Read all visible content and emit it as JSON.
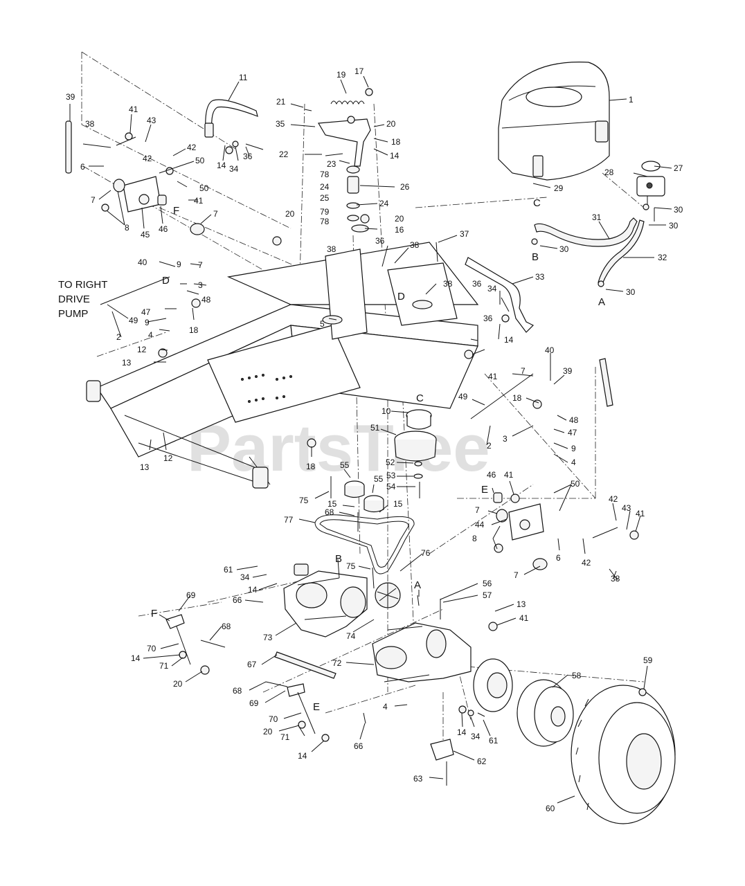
{
  "caption": {
    "lines": [
      "TO RIGHT",
      "DRIVE",
      "PUMP"
    ]
  },
  "watermark": "PartsTree",
  "letters": [
    {
      "id": "C1",
      "text": "C"
    },
    {
      "id": "B1",
      "text": "B"
    },
    {
      "id": "A1",
      "text": "A"
    },
    {
      "id": "D1",
      "text": "D"
    },
    {
      "id": "D2",
      "text": "D"
    },
    {
      "id": "F1",
      "text": "F"
    },
    {
      "id": "C2",
      "text": "C"
    },
    {
      "id": "E1",
      "text": "E"
    },
    {
      "id": "B2",
      "text": "B"
    },
    {
      "id": "A2",
      "text": "A"
    },
    {
      "id": "F2",
      "text": "F"
    },
    {
      "id": "E2",
      "text": "E"
    }
  ],
  "callouts": [
    "1",
    "39",
    "11",
    "19",
    "17",
    "21",
    "20",
    "35",
    "18",
    "14",
    "41",
    "43",
    "38",
    "42",
    "50",
    "6",
    "42",
    "7",
    "50",
    "41",
    "8",
    "45",
    "46",
    "7",
    "14",
    "34",
    "36",
    "22",
    "23",
    "78",
    "24",
    "26",
    "25",
    "24",
    "79",
    "20",
    "78",
    "16",
    "20",
    "38",
    "37",
    "36",
    "38",
    "5",
    "38",
    "40",
    "9",
    "7",
    "3",
    "48",
    "49",
    "2",
    "47",
    "9",
    "18",
    "4",
    "12",
    "13",
    "27",
    "28",
    "29",
    "30",
    "31",
    "30",
    "30",
    "32",
    "30",
    "33",
    "36",
    "34",
    "14",
    "36",
    "41",
    "7",
    "40",
    "39",
    "18",
    "48",
    "47",
    "9",
    "4",
    "49",
    "2",
    "3",
    "10",
    "51",
    "52",
    "53",
    "54",
    "55",
    "55",
    "15",
    "15",
    "75",
    "68",
    "77",
    "46",
    "41",
    "50",
    "7",
    "44",
    "8",
    "6",
    "42",
    "43",
    "41",
    "42",
    "38",
    "7",
    "76",
    "75",
    "61",
    "34",
    "14",
    "66",
    "73",
    "74",
    "56",
    "57",
    "13",
    "41",
    "69",
    "70",
    "14",
    "71",
    "20",
    "68",
    "67",
    "72",
    "68",
    "69",
    "70",
    "20",
    "71",
    "14",
    "66",
    "4",
    "14",
    "34",
    "61",
    "62",
    "63",
    "58",
    "59",
    "60",
    "13",
    "12",
    "18"
  ]
}
